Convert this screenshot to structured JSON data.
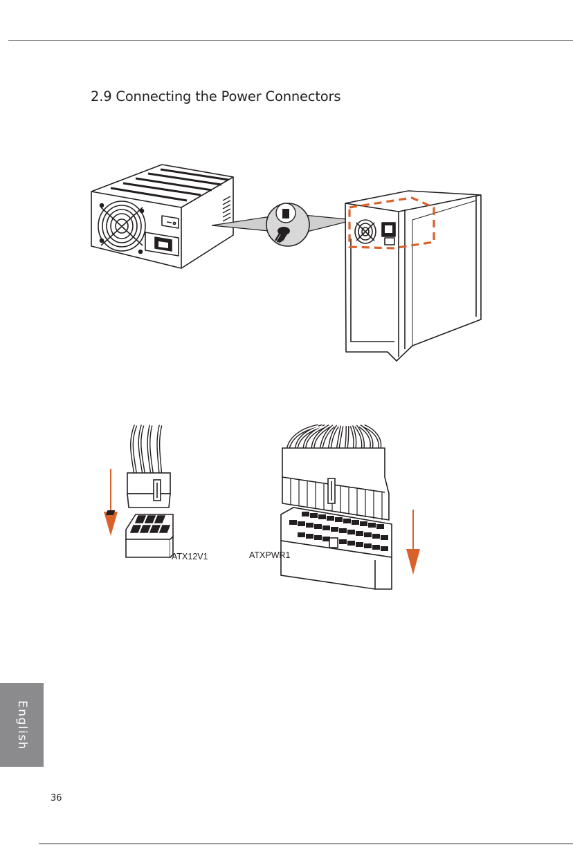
{
  "header": {
    "section_title": "2.9  Connecting the Power Connectors"
  },
  "figures": {
    "installation": {
      "items": [
        "psu-unit",
        "screw-callout",
        "computer-case"
      ]
    },
    "connectors": {
      "atx12v1_label": "ATX12V1",
      "atxpwr1_label": "ATXPWR1"
    }
  },
  "side_tab": {
    "label": "English"
  },
  "footer": {
    "page_number": "36"
  },
  "colors": {
    "accent_orange": "#d9622b",
    "line_dark": "#231f20",
    "tab_gray": "#8b8b8d",
    "callout_gray": "#cfcfcf"
  }
}
